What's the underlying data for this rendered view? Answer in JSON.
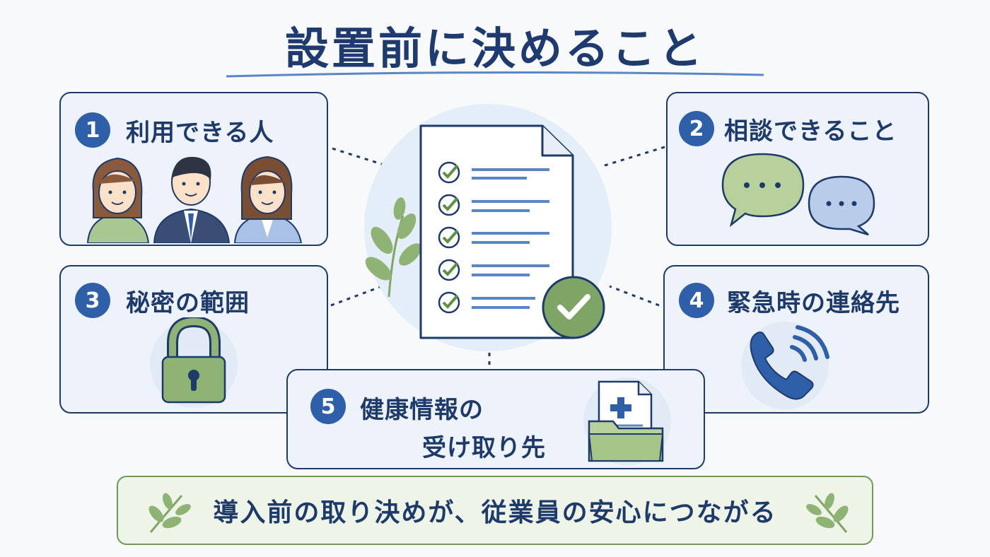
{
  "title": "設置前に決めること",
  "items": [
    {
      "number": "1",
      "label": "利用できる人",
      "icon": "people-icon"
    },
    {
      "number": "2",
      "label": "相談できること",
      "icon": "speech-bubbles-icon"
    },
    {
      "number": "3",
      "label": "秘密の範囲",
      "icon": "padlock-icon"
    },
    {
      "number": "4",
      "label": "緊急時の連絡先",
      "icon": "phone-icon"
    },
    {
      "number": "5",
      "label_line1": "健康情報の",
      "label_line2": "受け取り先",
      "icon": "medical-folder-icon"
    }
  ],
  "center": {
    "icon": "checklist-document-icon"
  },
  "banner": {
    "text": "導入前の取り決めが、従業員の安心につながる"
  },
  "colors": {
    "navy": "#1e3a6b",
    "accent_blue": "#2f5fa8",
    "box_fill": "#eef3fb",
    "green": "#7fa566",
    "light_green": "#c7dbb4"
  }
}
